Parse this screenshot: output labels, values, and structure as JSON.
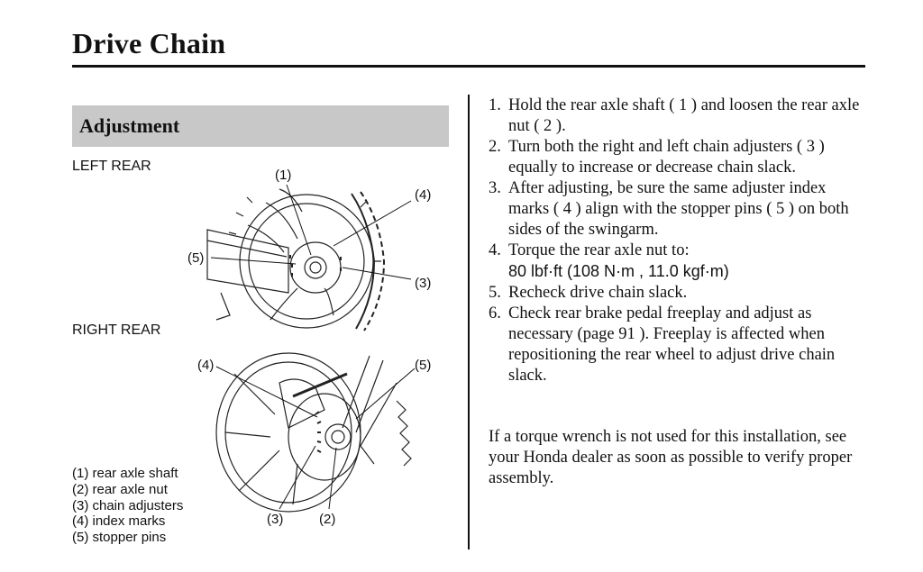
{
  "page": {
    "title": "Drive Chain",
    "section": "Adjustment"
  },
  "figures": {
    "left_rear": {
      "label": "LEFT REAR",
      "callouts": [
        "(1)",
        "(4)",
        "(5)",
        "(3)"
      ]
    },
    "right_rear": {
      "label": "RIGHT REAR",
      "callouts": [
        "(4)",
        "(5)",
        "(3)",
        "(2)"
      ]
    }
  },
  "legend": [
    "(1) rear axle shaft",
    "(2) rear axle nut",
    "(3) chain adjusters",
    "(4) index marks",
    "(5) stopper pins"
  ],
  "steps": [
    {
      "num": "1.",
      "text": "Hold the rear axle shaft ( 1 ) and loosen the rear axle nut ( 2 )."
    },
    {
      "num": "2.",
      "text": "Turn both the right and left chain adjusters ( 3 ) equally to increase or decrease chain slack."
    },
    {
      "num": "3.",
      "text": "After adjusting, be sure the same adjuster index marks ( 4 ) align with the stopper pins ( 5 ) on both sides of the swingarm."
    },
    {
      "num": "4.",
      "text": "Torque the rear axle nut to:",
      "value": "80 lbf·ft (108 N·m , 11.0 kgf·m)"
    },
    {
      "num": "5.",
      "text": "Recheck drive chain slack."
    },
    {
      "num": "6.",
      "text": "Check rear brake pedal freeplay and adjust as necessary (page 91 ). Freeplay is affected when repositioning the rear wheel to adjust drive chain slack."
    }
  ],
  "note": "If a torque wrench is not used for this installation, see your Honda dealer as soon as possible to verify proper assembly."
}
